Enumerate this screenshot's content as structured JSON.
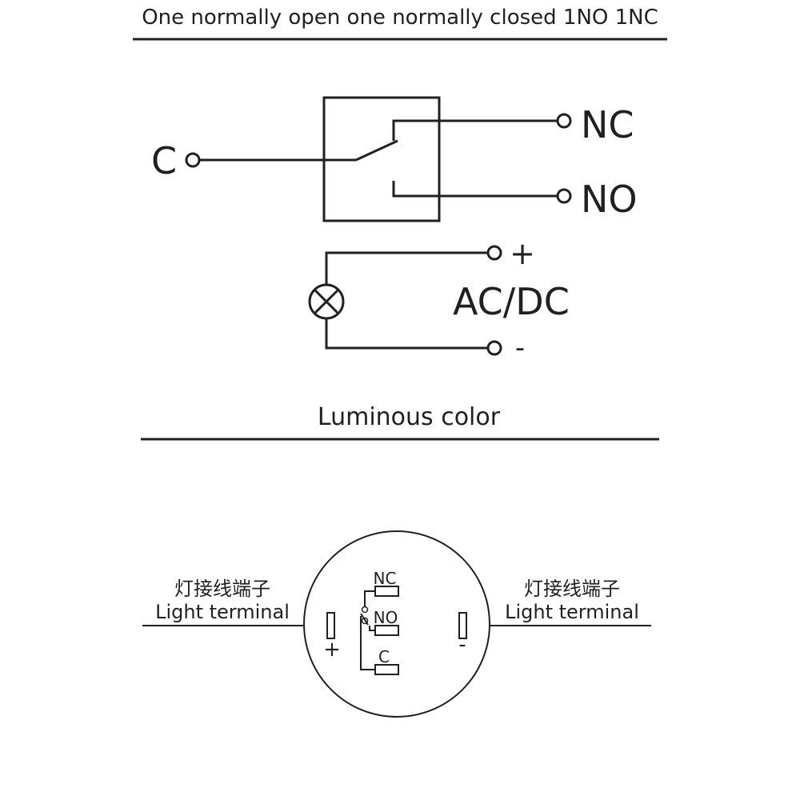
{
  "wiring_section": {
    "title": "One normally open one normally closed 1NO 1NC",
    "terminal_c": "C",
    "terminal_nc": "NC",
    "terminal_no": "NO",
    "plus": "+",
    "minus": "-",
    "supply": "AC/DC"
  },
  "luminous_section": {
    "title": "Luminous color",
    "left_terminal_cn": "灯接线端子",
    "left_terminal_en": "Light terminal",
    "right_terminal_cn": "灯接线端子",
    "right_terminal_en": "Light terminal",
    "pin_nc": "NC",
    "pin_no": "NO",
    "pin_c": "C",
    "plus": "+",
    "minus": "-"
  },
  "colors": {
    "ink": "#231f20",
    "background": "#ffffff"
  }
}
